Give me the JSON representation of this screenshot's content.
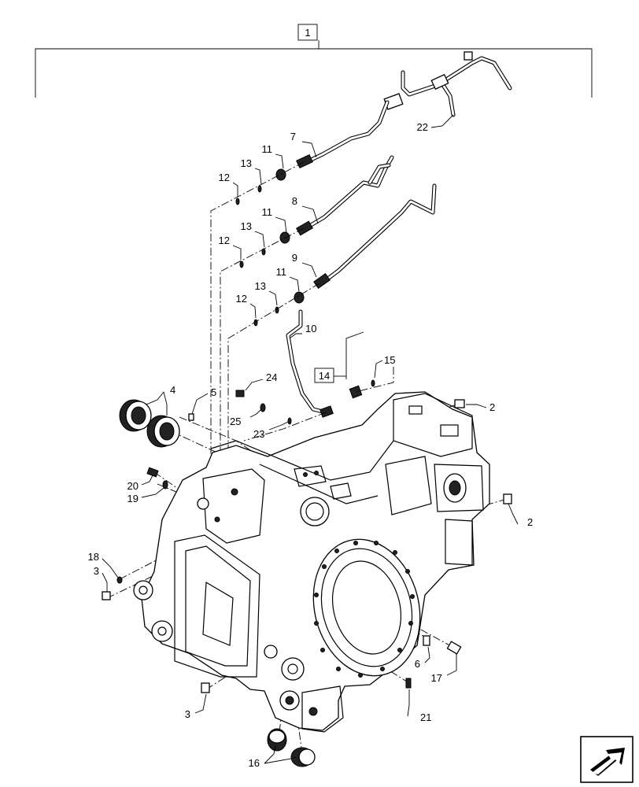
{
  "callouts": {
    "c1": "1",
    "c2a": "2",
    "c2b": "2",
    "c3a": "3",
    "c3b": "3",
    "c4": "4",
    "c5": "5",
    "c6": "6",
    "c7": "7",
    "c8": "8",
    "c9": "9",
    "c10": "10",
    "c11a": "11",
    "c11b": "11",
    "c11c": "11",
    "c12a": "12",
    "c12b": "12",
    "c12c": "12",
    "c13a": "13",
    "c13b": "13",
    "c13c": "13",
    "c14": "14",
    "c15": "15",
    "c16": "16",
    "c17": "17",
    "c18": "18",
    "c19": "19",
    "c20": "20",
    "c21": "21",
    "c22": "22",
    "c23": "23",
    "c24": "24",
    "c25": "25"
  },
  "nav_icon": "next-page-arrow-icon"
}
